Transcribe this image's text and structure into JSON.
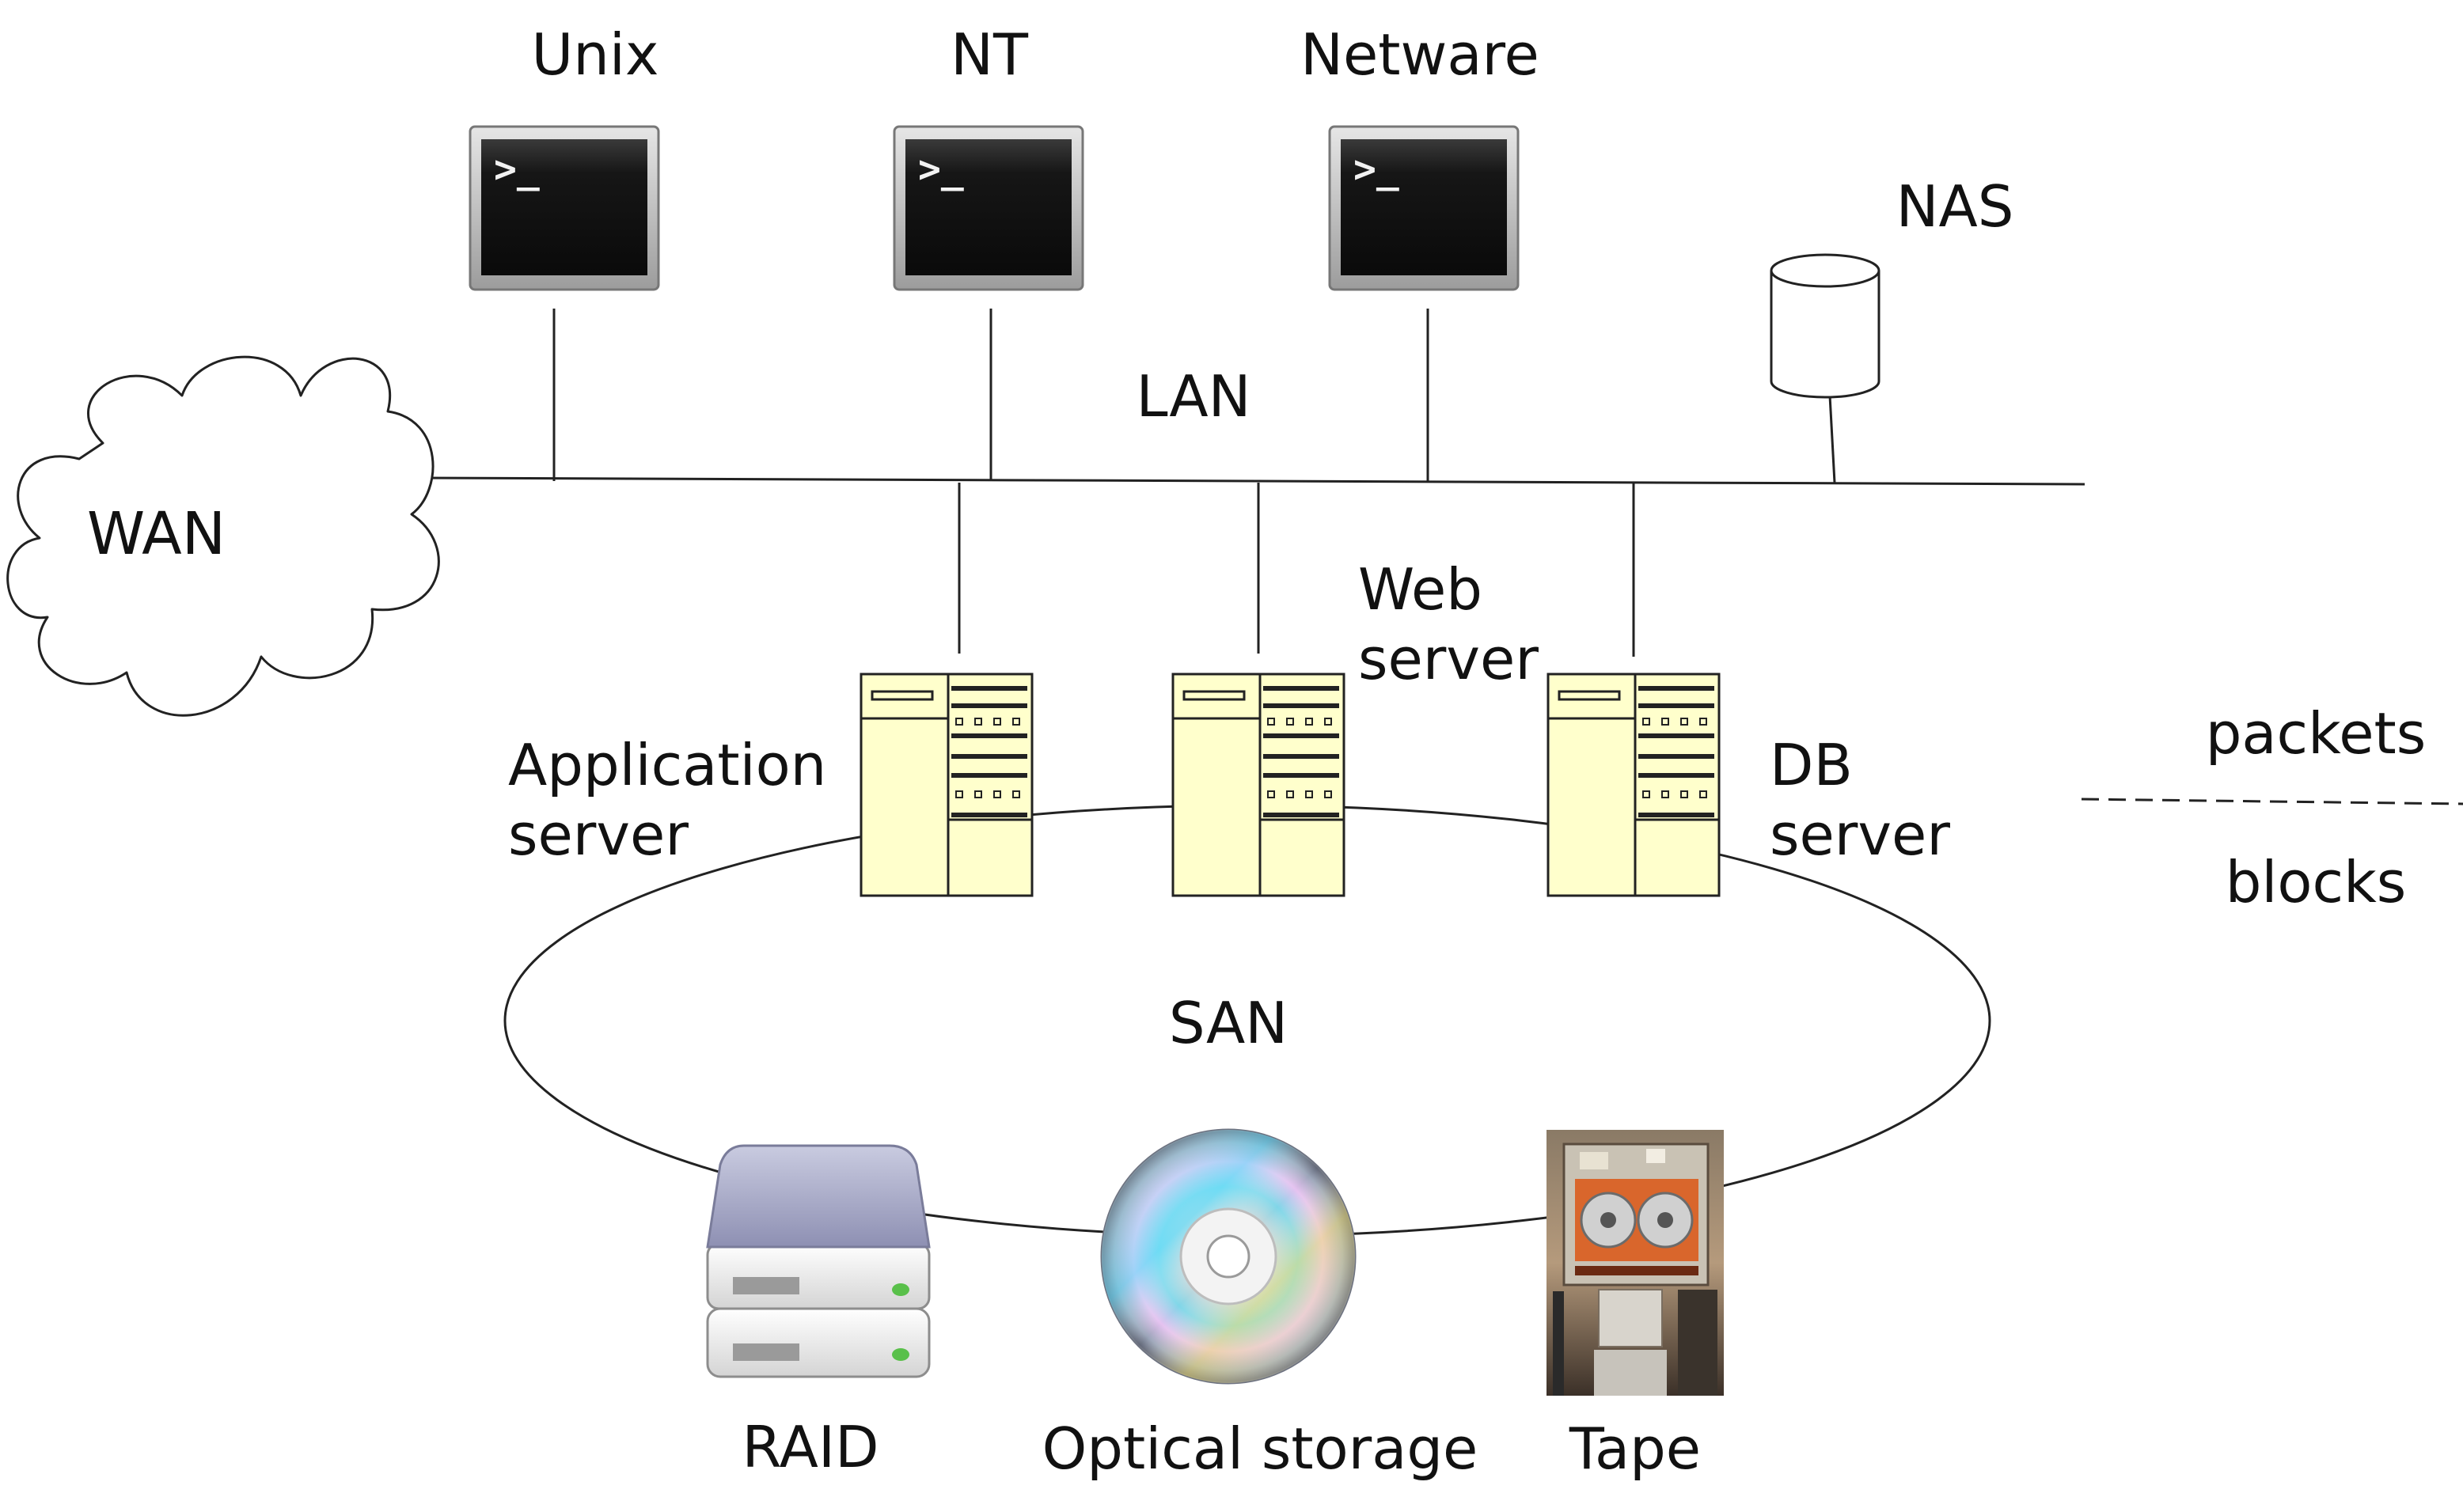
{
  "labels": {
    "unix": "Unix",
    "nt": "NT",
    "netware": "Netware",
    "nas": "NAS",
    "lan": "LAN",
    "wan": "WAN",
    "web_server": [
      "Web",
      "server"
    ],
    "application_server": [
      "Application",
      "server"
    ],
    "db_server": [
      "DB",
      "server"
    ],
    "san": "SAN",
    "packets": "packets",
    "blocks": "blocks",
    "raid": "RAID",
    "optical_storage": "Optical storage",
    "tape": "Tape"
  },
  "icons": {
    "terminal": "terminal-icon",
    "nas": "cylinder-storage-icon",
    "server": "server-tower-icon",
    "raid": "hard-drive-stack-icon",
    "optical": "cd-disc-icon",
    "tape": "tape-drive-photo",
    "wan": "cloud-icon"
  },
  "colors": {
    "server_fill": "#ffffcc",
    "terminal_screen": "#111111",
    "line": "#222222"
  }
}
